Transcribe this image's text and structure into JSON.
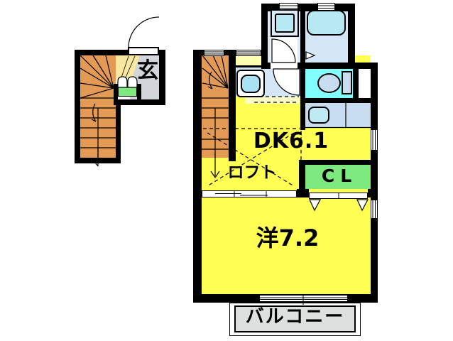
{
  "floor_plan": {
    "labels": {
      "entrance": "玄",
      "dining_kitchen": "DK6.1",
      "loft": "ロフト",
      "closet": "CL",
      "western_room": "洋7.2",
      "balcony": "バルコニー"
    },
    "colors": {
      "room_yellow": "#ffff54",
      "hallway_pale_yellow": "#ffffb0",
      "stairs_orange": "#e29a55",
      "entrance_step_cream": "#f9e8a2",
      "mat_green": "#7ce87d",
      "closet_green": "#7ce87d",
      "toilet_cyan": "#82ffff",
      "wet_area_blue": "#d5e6f6",
      "fixture_cyan": "#b7e9f3",
      "kitchen_counter_blue": "#c9ddf1",
      "entrance_gray": "#d2d5d9",
      "balcony_gray": "#dedfdf",
      "wall_black": "#000000"
    }
  }
}
